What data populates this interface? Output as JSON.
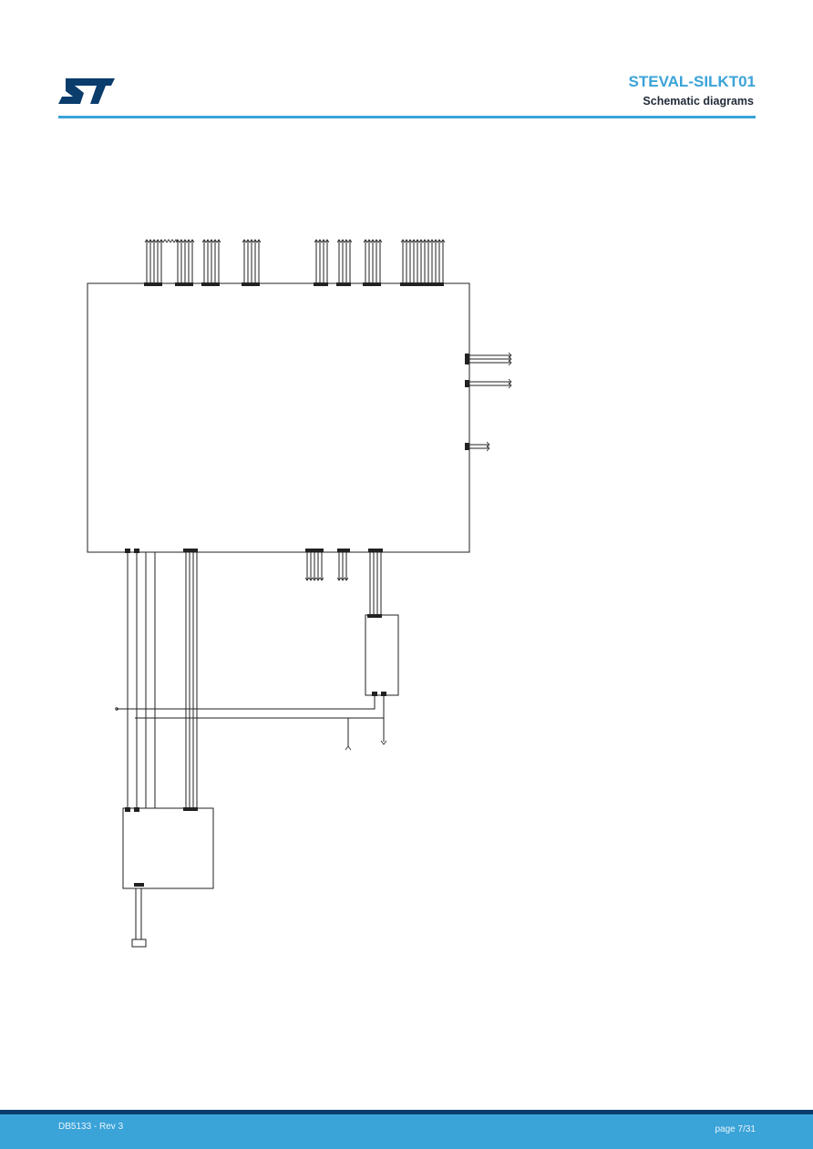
{
  "header": {
    "logo_icon": "st-logo-icon",
    "title": "STEVAL-SILKT01",
    "subtitle": "Schematic diagrams",
    "accent_color": "#3aa3d8"
  },
  "schematic": {
    "icon": "schematic-diagram-icon"
  },
  "footer": {
    "doc_id": "DB5133 - Rev 3",
    "page": "page 7/31",
    "band_color": "#3aa3d8",
    "edge_color": "#0a3c6c"
  }
}
